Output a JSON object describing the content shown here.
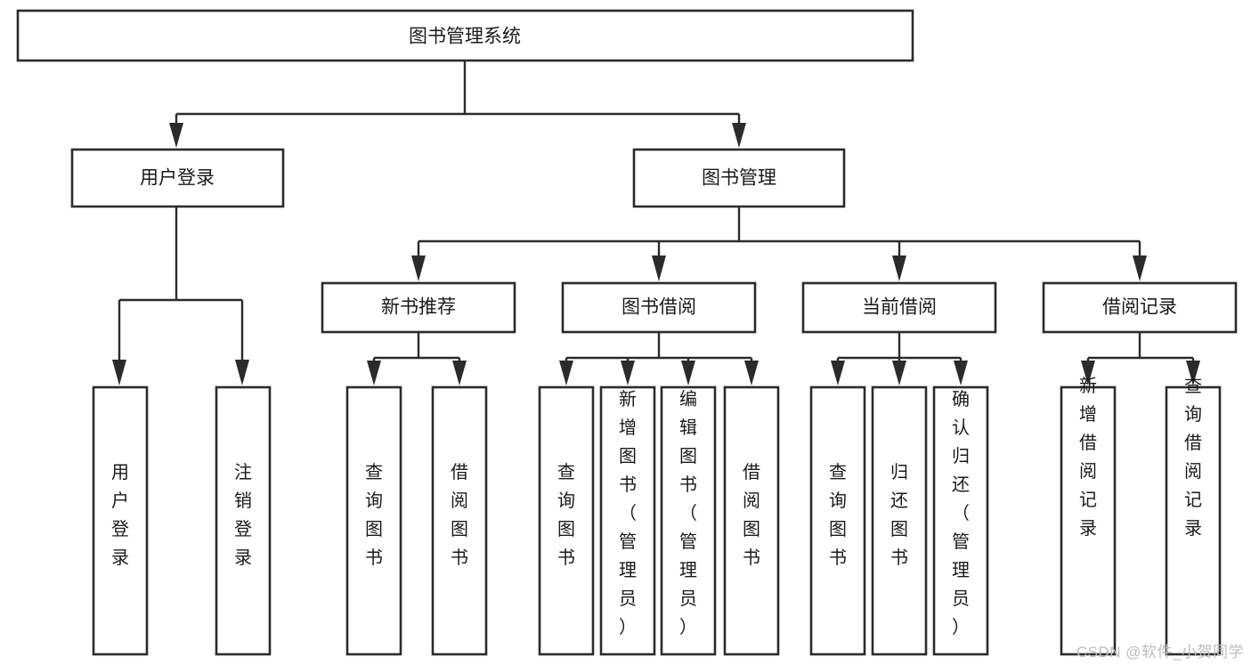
{
  "diagram": {
    "type": "tree-hierarchy",
    "title": "图书管理系统",
    "orientation": "top-down",
    "watermark": "CSDN @软件_小贺同学",
    "colors": {
      "stroke": "#2b2b2b",
      "fill": "#ffffff",
      "text": "#1a1a1a",
      "watermark": "#bcbcbc"
    },
    "levels": {
      "root": {
        "label": "图书管理系统"
      },
      "level2": [
        {
          "label": "用户登录"
        },
        {
          "label": "图书管理"
        }
      ],
      "level3": [
        {
          "label": "新书推荐"
        },
        {
          "label": "图书借阅"
        },
        {
          "label": "当前借阅"
        },
        {
          "label": "借阅记录"
        }
      ],
      "leaves": {
        "user_login": [
          {
            "label": "用户登录"
          },
          {
            "label": "注销登录"
          }
        ],
        "new_book": [
          {
            "label": "查询图书"
          },
          {
            "label": "借阅图书"
          }
        ],
        "book_borrow": [
          {
            "label": "查询图书"
          },
          {
            "label": "新增图书（管理员）"
          },
          {
            "label": "编辑图书（管理员）"
          },
          {
            "label": "借阅图书"
          }
        ],
        "current_borrow": [
          {
            "label": "查询图书"
          },
          {
            "label": "归还图书"
          },
          {
            "label": "确认归还（管理员）"
          }
        ],
        "borrow_record": [
          {
            "label": "新增借阅记录"
          },
          {
            "label": "查询借阅记录"
          }
        ]
      }
    }
  }
}
